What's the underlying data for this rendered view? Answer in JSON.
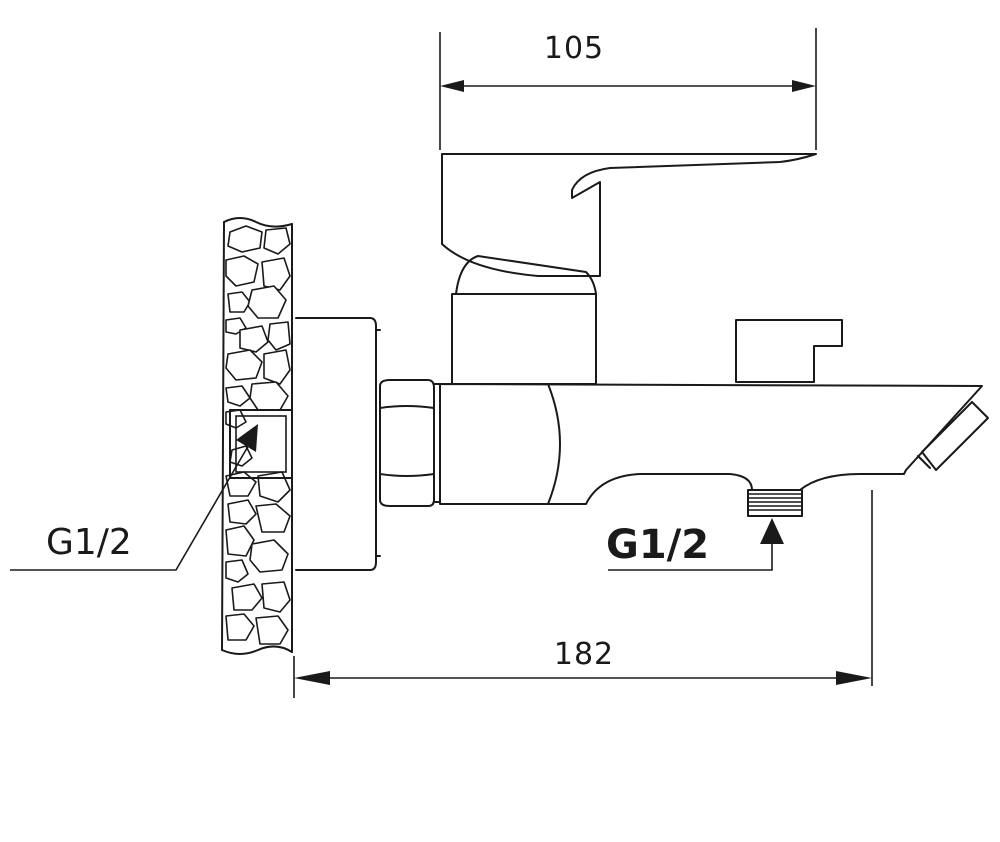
{
  "dimensions": {
    "top_width": "105",
    "bottom_width": "182"
  },
  "labels": {
    "inlet_thread": "G1/2",
    "outlet_thread": "G1/2"
  }
}
